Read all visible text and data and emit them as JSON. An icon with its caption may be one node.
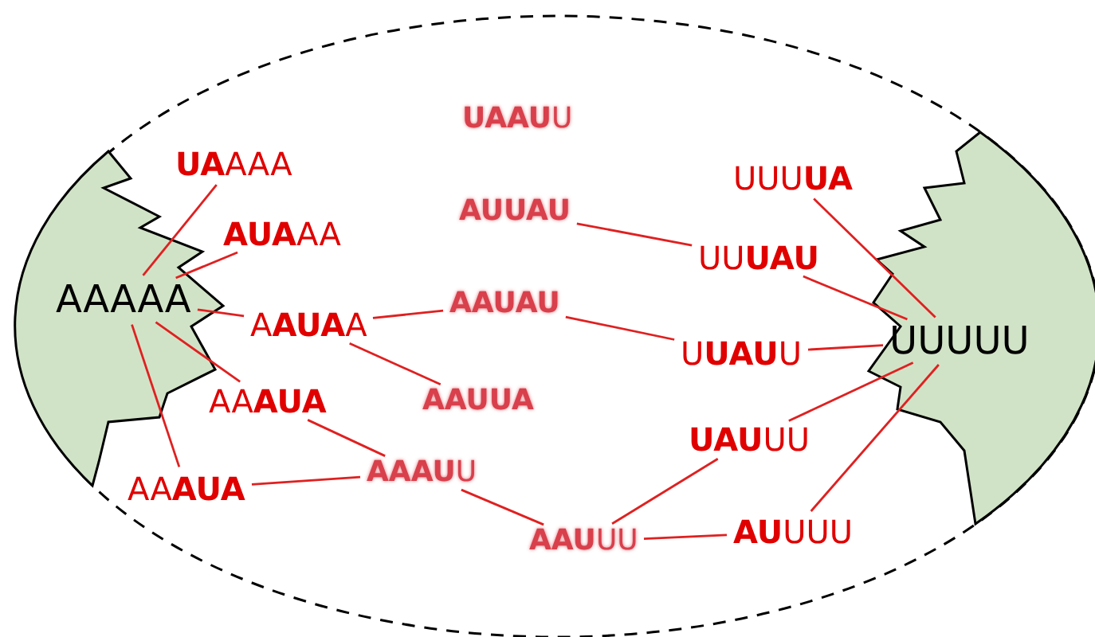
{
  "diagram": {
    "nodes": [
      {
        "text": [
          "AAAAA"
        ]
      },
      {
        "text": [
          "UUUUU"
        ]
      },
      {
        "text": [
          "**UA**AAA"
        ]
      },
      {
        "text": [
          "**AUA**AA"
        ]
      },
      {
        "text": [
          "A**AUA**A"
        ]
      },
      {
        "text": [
          "AA**AUA**"
        ]
      },
      {
        "text": [
          "AA**AUA**"
        ]
      },
      {
        "text": [
          "**UAAU**U"
        ]
      },
      {
        "text": [
          "**AUUAU**"
        ]
      },
      {
        "text": [
          "**AAUAU**"
        ]
      },
      {
        "text": [
          "**AAUUA**"
        ]
      },
      {
        "text": [
          "**AAAU**U"
        ]
      },
      {
        "text": [
          "**AAU**UU"
        ]
      },
      {
        "text": [
          "UUU**UA**"
        ]
      },
      {
        "text": [
          "UU**UAU**"
        ]
      },
      {
        "text": [
          "U**UAU**U"
        ]
      },
      {
        "text": [
          "**UAU**UU"
        ]
      },
      {
        "text": [
          "**AU**UUU"
        ]
      }
    ],
    "edges": [
      {
        "from": 0,
        "to": 2,
        "arrow": "none"
      },
      {
        "from": 0,
        "to": 3,
        "arrow": "none"
      },
      {
        "from": 0,
        "to": 4,
        "arrow": "none"
      },
      {
        "from": 0,
        "to": 5,
        "arrow": "none"
      },
      {
        "from": 0,
        "to": 6,
        "arrow": "none"
      },
      {
        "from": 4,
        "to": 9,
        "arrow": "none"
      },
      {
        "from": 4,
        "to": 10,
        "arrow": "none"
      },
      {
        "from": 5,
        "to": 11,
        "arrow": "none"
      },
      {
        "from": 6,
        "to": 11,
        "arrow": "none"
      },
      {
        "from": 8,
        "to": 14,
        "arrow": "none"
      },
      {
        "from": 9,
        "to": 15,
        "arrow": "none"
      },
      {
        "from": 11,
        "to": 12,
        "arrow": "none"
      },
      {
        "from": 12,
        "to": 16,
        "arrow": "none"
      },
      {
        "from": 12,
        "to": 17,
        "arrow": "none"
      },
      {
        "from": 13,
        "to": 1,
        "arrow": "none"
      },
      {
        "from": 14,
        "to": 1,
        "arrow": "none"
      },
      {
        "from": 15,
        "to": 1,
        "arrow": "none"
      },
      {
        "from": 16,
        "to": 1,
        "arrow": "none"
      },
      {
        "from": 17,
        "to": 1,
        "arrow": "none"
      }
    ]
  }
}
